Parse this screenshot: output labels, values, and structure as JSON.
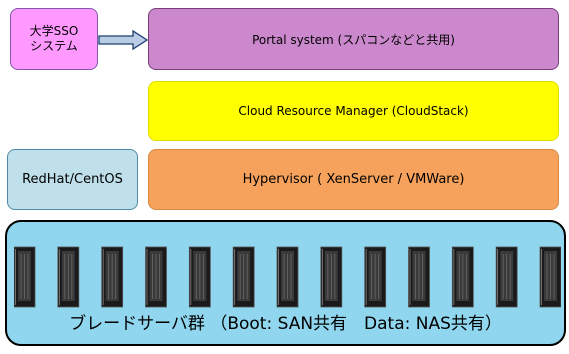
{
  "sso": {
    "line1": "大学SSO",
    "line2": "システム"
  },
  "portal": {
    "label": "Portal system (スパコンなどと共用)"
  },
  "cloud": {
    "label": "Cloud Resource Manager (CloudStack)"
  },
  "os": {
    "label": "RedHat/CentOS"
  },
  "hypervisor": {
    "label": "Hypervisor ( XenServer / VMWare)"
  },
  "blade": {
    "label": "ブレードサーバ群 （Boot: SAN共有　Data: NAS共有）",
    "server_count": 13
  },
  "colors": {
    "sso": "#ff99ff",
    "portal": "#cc88cc",
    "cloud": "#ffff00",
    "os": "#bfe0ea",
    "hypervisor": "#f7a25c",
    "blade_bg": "#8fd6ee",
    "arrow": "#b8cce4",
    "server_dark": "#1a1a1a"
  },
  "icons": {
    "arrow": "arrow-right-icon",
    "server": "server-rack-icon"
  }
}
